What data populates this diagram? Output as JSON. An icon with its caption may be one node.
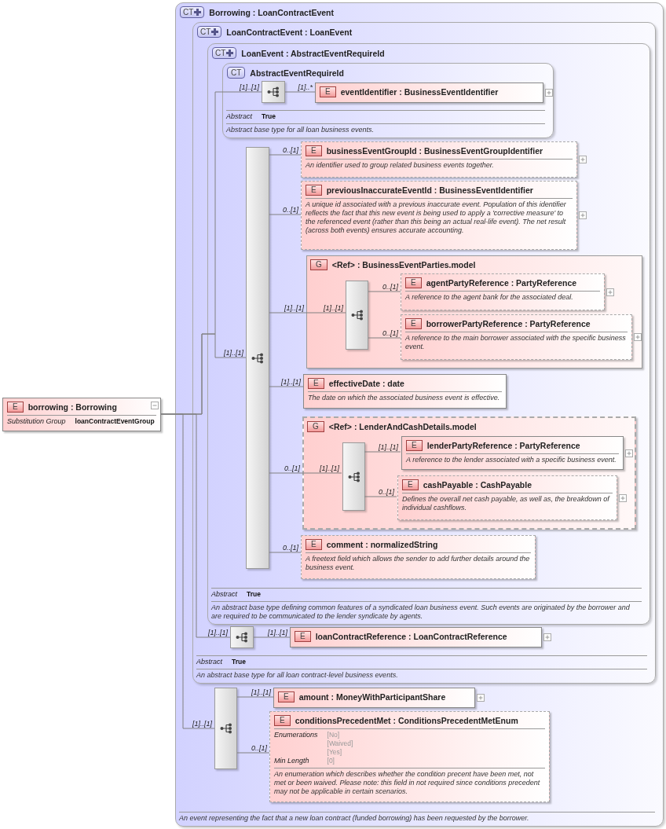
{
  "diagram": {
    "nodes": [
      {
        "text": [
          "E",
          "borrowing : Borrowing",
          "Substitution Group",
          "loanContractEventGroup"
        ]
      },
      {
        "text": [
          "CT",
          "Borrowing : LoanContractEvent",
          "An event representing the fact that a new loan contract (funded borrowing) has been requested by the borrower."
        ]
      },
      {
        "text": [
          "CT",
          "LoanContractEvent : LoanEvent",
          "Abstract",
          "True",
          "An abstract base type for all loan contract-level business events."
        ],
        "in": 1
      },
      {
        "text": [
          "CT",
          "LoanEvent : AbstractEventRequireId",
          "Abstract",
          "True",
          "An abstract base type defining common features of a syndicated loan business event. Such events are originated by the borrower and are required to be communicated to the lender syndicate by agents."
        ],
        "in": 2
      },
      {
        "text": [
          "CT",
          "AbstractEventRequireId",
          "Abstract",
          "True",
          "Abstract base type for all loan business events."
        ],
        "in": 3
      },
      {
        "text": [],
        "shape": "box",
        "in": 4
      },
      {
        "text": [
          "E",
          "eventIdentifier : BusinessEventIdentifier"
        ],
        "in": 4
      },
      {
        "text": [],
        "shape": "box",
        "in": 3
      },
      {
        "text": [
          "E",
          "businessEventGroupId : BusinessEventGroupIdentifier",
          "An identifier used to group related business events together."
        ],
        "in": 3
      },
      {
        "text": [
          "E",
          "previousInaccurateEventId : BusinessEventIdentifier",
          "A unique id associated with a previous inaccurate event. Population of this identifier reflects the fact that this new event is being used to apply a 'corrective measure' to the referenced event (rather than this being an actual real-life event). The net result (across both events) ensures accurate accounting."
        ],
        "in": 3
      },
      {
        "text": [
          "G",
          "<Ref> : BusinessEventParties.model"
        ],
        "in": 3
      },
      {
        "text": [],
        "shape": "box",
        "in": 10
      },
      {
        "text": [
          "E",
          "agentPartyReference : PartyReference",
          "A reference to the agent bank for the associated deal."
        ],
        "in": 10
      },
      {
        "text": [
          "E",
          "borrowerPartyReference : PartyReference",
          "A reference to the main borrower associated with the specific business event."
        ],
        "in": 10
      },
      {
        "text": [
          "E",
          "effectiveDate : date",
          "The date on which the associated business event is effective."
        ],
        "in": 3
      },
      {
        "text": [
          "G",
          "<Ref> : LenderAndCashDetails.model"
        ],
        "in": 3
      },
      {
        "text": [],
        "shape": "box",
        "in": 15
      },
      {
        "text": [
          "E",
          "lenderPartyReference : PartyReference",
          "A reference to the lender associated with a specific business event."
        ],
        "in": 15
      },
      {
        "text": [
          "E",
          "cashPayable : CashPayable",
          "Defines the overall net cash payable, as well as, the breakdown of individual cashflows."
        ],
        "in": 15
      },
      {
        "text": [
          "E",
          "comment : normalizedString",
          "A freetext field which allows the sender to add further details around the business event."
        ],
        "in": 3
      },
      {
        "text": [],
        "shape": "box",
        "in": 2
      },
      {
        "text": [
          "E",
          "loanContractReference : LoanContractReference"
        ],
        "in": 2
      },
      {
        "text": [],
        "shape": "box",
        "in": 1
      },
      {
        "text": [
          "E",
          "amount : MoneyWithParticipantShare"
        ],
        "in": 1
      },
      {
        "text": [
          "E",
          "conditionsPrecedentMet : ConditionsPrecedentMetEnum",
          "Enumerations",
          "[No]",
          "[Waived]",
          "[Yes]",
          "Min Length",
          "[0]",
          "An enumeration which describes whether the condition precent have been met, not met or been waived. Please note: this field in not required since conditions precedent may not be applicable in certain scenarios."
        ],
        "in": 1
      }
    ],
    "edges": [
      {
        "from": 0,
        "to": 5,
        "arrow": "none",
        "label": "[1]..[1]"
      },
      {
        "from": 0,
        "to": 7,
        "arrow": "none",
        "label": "[1]..[1]"
      },
      {
        "from": 0,
        "to": 20,
        "arrow": "none",
        "label": "[1]..[1]"
      },
      {
        "from": 0,
        "to": 22,
        "arrow": "none",
        "label": "[1]..[1]"
      },
      {
        "from": 5,
        "to": 6,
        "arrow": "none",
        "label": "[1]..*"
      },
      {
        "from": 7,
        "to": 8,
        "arrow": "none",
        "label": "0..[1]"
      },
      {
        "from": 7,
        "to": 9,
        "arrow": "none",
        "label": "0..[1]"
      },
      {
        "from": 7,
        "to": 10,
        "arrow": "none",
        "label": "[1]..[1]"
      },
      {
        "from": 10,
        "to": 11,
        "arrow": "none",
        "label": "[1]..[1]"
      },
      {
        "from": 11,
        "to": 12,
        "arrow": "none",
        "label": "0..[1]"
      },
      {
        "from": 11,
        "to": 13,
        "arrow": "none",
        "label": "0..[1]"
      },
      {
        "from": 7,
        "to": 14,
        "arrow": "none",
        "label": "[1]..[1]"
      },
      {
        "from": 7,
        "to": 15,
        "arrow": "none",
        "label": "0..[1]"
      },
      {
        "from": 15,
        "to": 16,
        "arrow": "none",
        "label": "[1]..[1]"
      },
      {
        "from": 16,
        "to": 17,
        "arrow": "none",
        "label": "[1]..[1]"
      },
      {
        "from": 16,
        "to": 18,
        "arrow": "none",
        "label": "0..[1]"
      },
      {
        "from": 7,
        "to": 19,
        "arrow": "none",
        "label": "0..[1]"
      },
      {
        "from": 20,
        "to": 21,
        "arrow": "none",
        "label": "[1]..[1]"
      },
      {
        "from": 22,
        "to": 23,
        "arrow": "none",
        "label": "[1]..[1]"
      },
      {
        "from": 22,
        "to": 24,
        "arrow": "none",
        "label": "0..[1]"
      }
    ]
  }
}
